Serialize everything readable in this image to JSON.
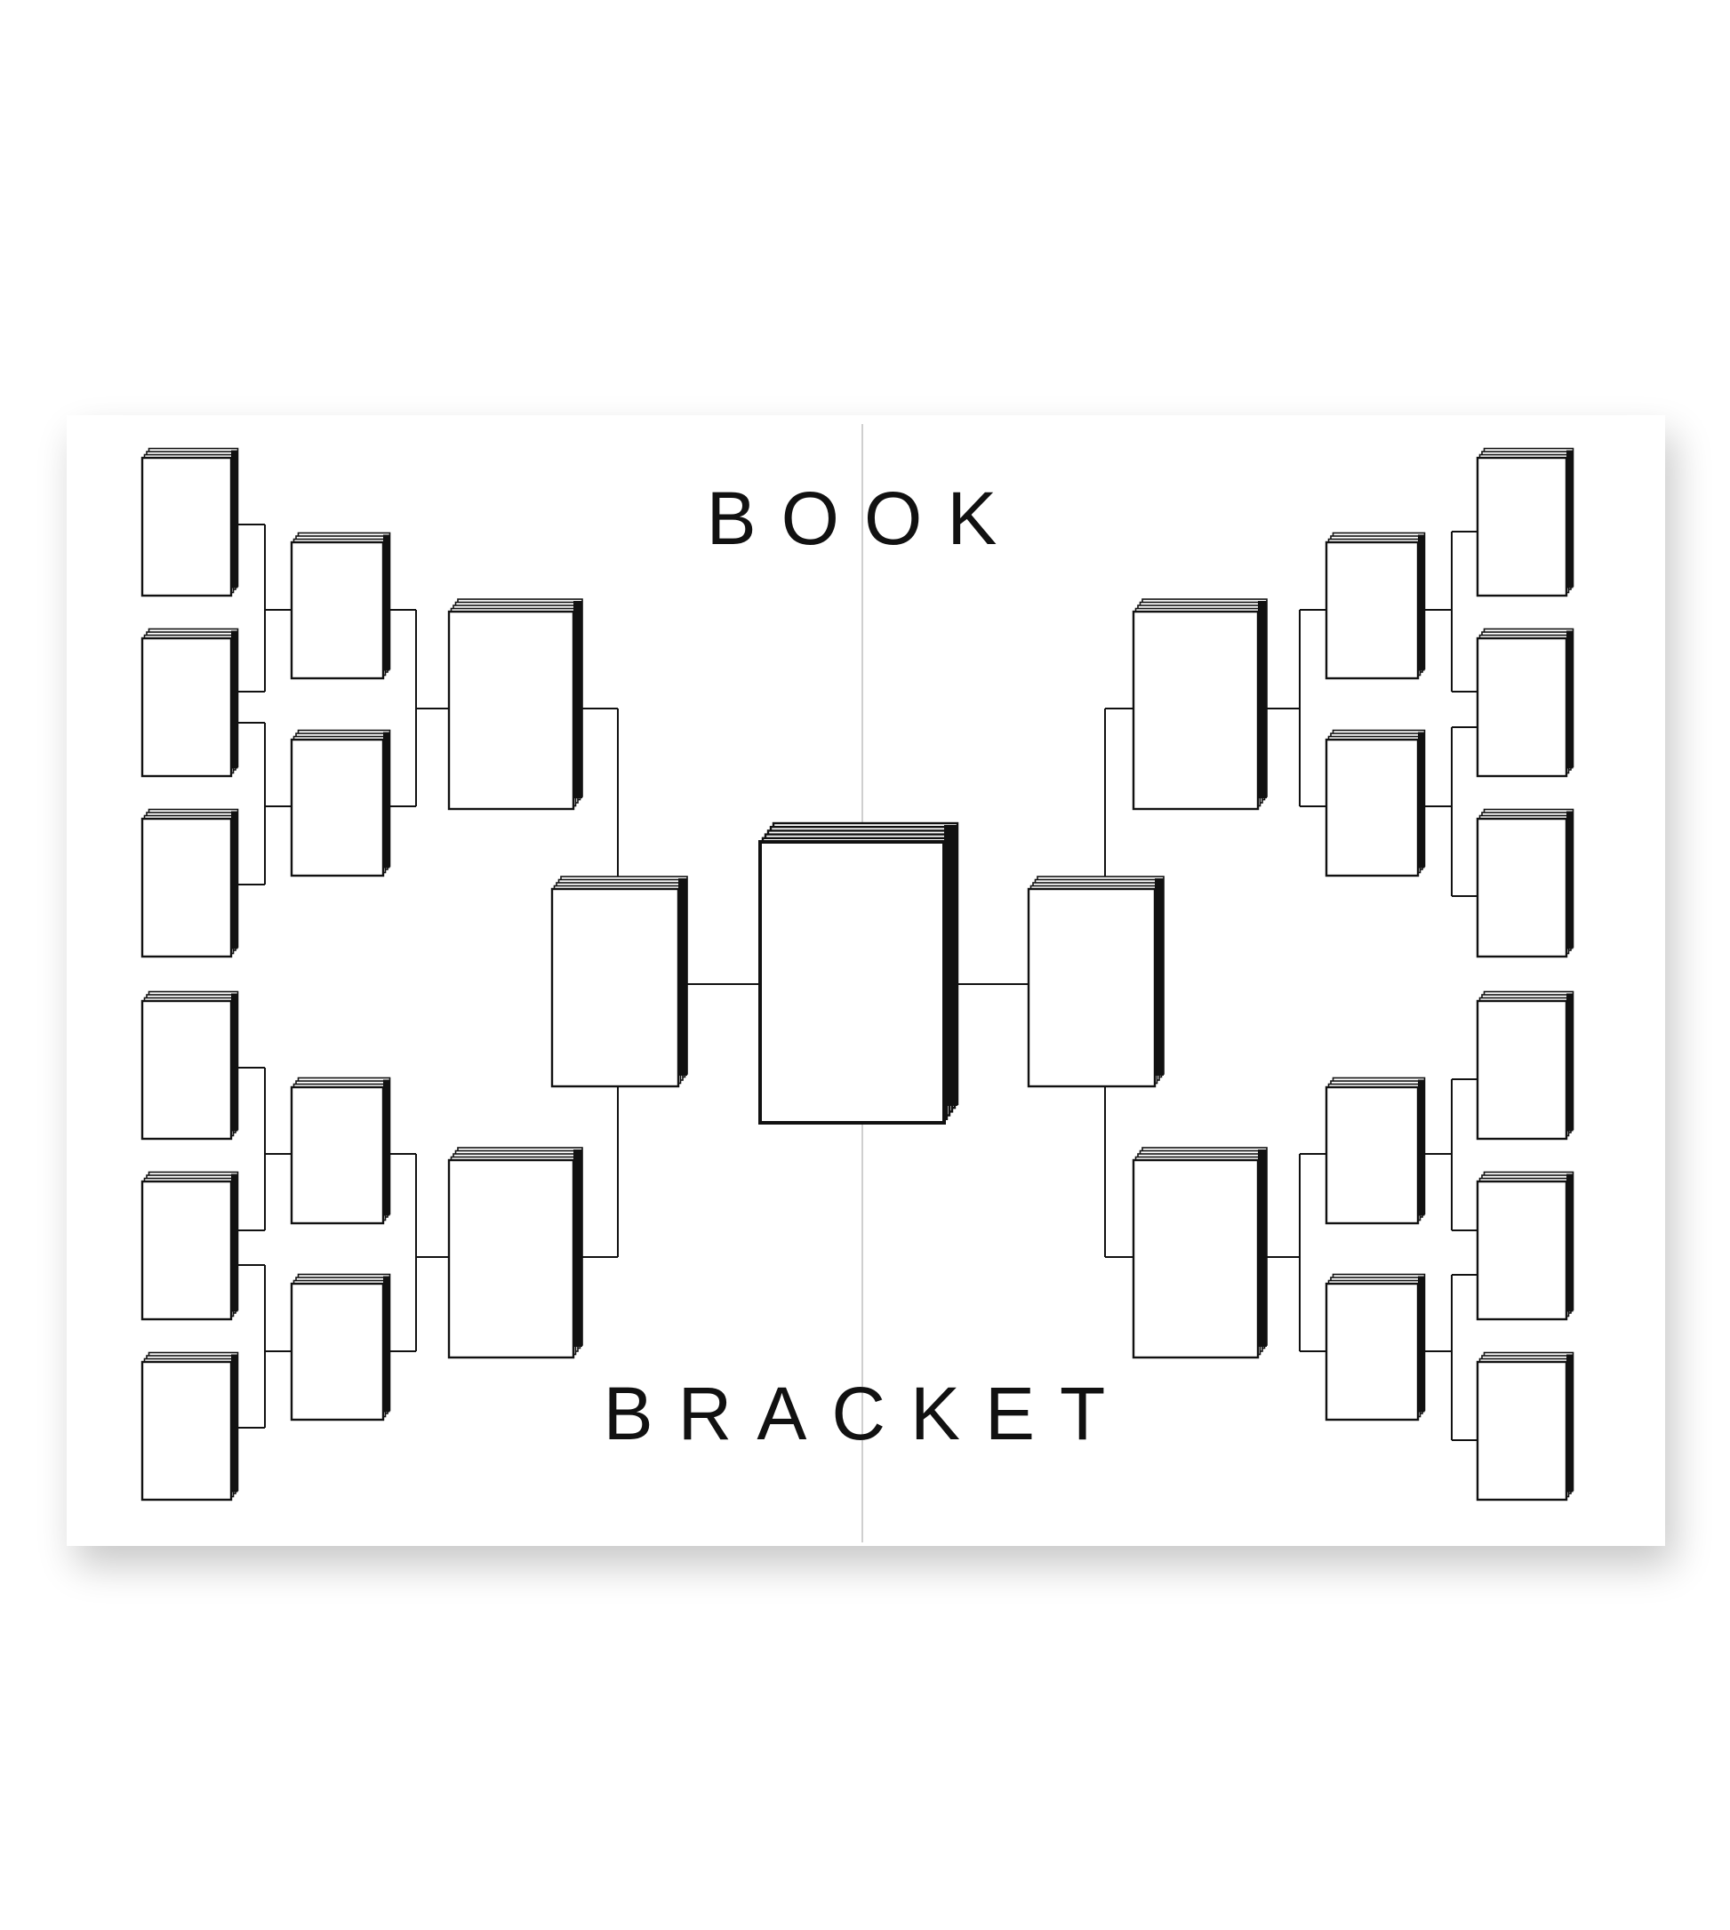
{
  "title": {
    "line1": "BOOK",
    "line2": "BRACKET"
  },
  "colors": {
    "background": "#ffffff",
    "page": "#ffffff",
    "ink": "#111111",
    "spine": "#cccccc",
    "shadow": "#000000"
  },
  "bracket": {
    "entries_per_side": 6,
    "rounds": [
      "first-round",
      "second-round",
      "quarterfinal",
      "semifinal",
      "champion"
    ],
    "slots": [
      {
        "id": "L-r1-1",
        "side": "left",
        "round": 1
      },
      {
        "id": "L-r1-2",
        "side": "left",
        "round": 1
      },
      {
        "id": "L-r1-3",
        "side": "left",
        "round": 1
      },
      {
        "id": "L-r1-4",
        "side": "left",
        "round": 1
      },
      {
        "id": "L-r1-5",
        "side": "left",
        "round": 1
      },
      {
        "id": "L-r1-6",
        "side": "left",
        "round": 1
      },
      {
        "id": "L-r2-1",
        "side": "left",
        "round": 2
      },
      {
        "id": "L-r2-2",
        "side": "left",
        "round": 2
      },
      {
        "id": "L-r2-3",
        "side": "left",
        "round": 2
      },
      {
        "id": "L-r2-4",
        "side": "left",
        "round": 2
      },
      {
        "id": "L-r3-1",
        "side": "left",
        "round": 3
      },
      {
        "id": "L-r3-2",
        "side": "left",
        "round": 3
      },
      {
        "id": "L-r4-1",
        "side": "left",
        "round": 4
      },
      {
        "id": "C-champ",
        "side": "center",
        "round": 5
      },
      {
        "id": "R-r4-1",
        "side": "right",
        "round": 4
      },
      {
        "id": "R-r3-1",
        "side": "right",
        "round": 3
      },
      {
        "id": "R-r3-2",
        "side": "right",
        "round": 3
      },
      {
        "id": "R-r2-1",
        "side": "right",
        "round": 2
      },
      {
        "id": "R-r2-2",
        "side": "right",
        "round": 2
      },
      {
        "id": "R-r2-3",
        "side": "right",
        "round": 2
      },
      {
        "id": "R-r2-4",
        "side": "right",
        "round": 2
      },
      {
        "id": "R-r1-1",
        "side": "right",
        "round": 1
      },
      {
        "id": "R-r1-2",
        "side": "right",
        "round": 1
      },
      {
        "id": "R-r1-3",
        "side": "right",
        "round": 1
      },
      {
        "id": "R-r1-4",
        "side": "right",
        "round": 1
      },
      {
        "id": "R-r1-5",
        "side": "right",
        "round": 1
      },
      {
        "id": "R-r1-6",
        "side": "right",
        "round": 1
      }
    ]
  }
}
